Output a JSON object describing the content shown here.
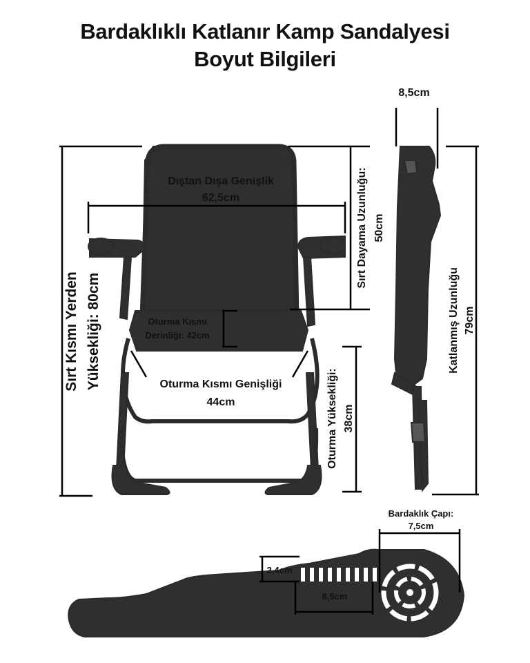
{
  "title": {
    "line1": "Bardaklıklı Katlanır Kamp Sandalyesi",
    "line2": "Boyut Bilgileri"
  },
  "labels": {
    "outer_width_name": "Dıştan Dışa Genişlik",
    "outer_width_value": "62,5cm",
    "seat_depth_name": "Oturma Kısmı",
    "seat_depth_value": "Derinliği: 42cm",
    "seat_width_name": "Oturma Kısmı Genişliği",
    "seat_width_value": "44cm",
    "back_height_name": "Sırt Kısmı Yerden",
    "back_height_value": "Yüksekliği: 80cm",
    "backrest_length_name": "Sırt Dayama Uzunluğu:",
    "backrest_length_value": "50cm",
    "seat_height_name": "Oturma Yüksekliği:",
    "seat_height_value": "38cm",
    "folded_thickness": "8,5cm",
    "folded_length_name": "Katlanmış Uzunluğu",
    "folded_length_value": "79cm",
    "cupholder_diameter_name": "Bardaklık Çapı:",
    "cupholder_diameter_value": "7,5cm",
    "armrest_thickness": "2,4cm",
    "armrest_slot_length": "8,5cm"
  },
  "colors": {
    "chair": "#2b2b2b",
    "chair_fill": "#2f2f2f",
    "dimension_line": "#000000",
    "background": "#ffffff"
  }
}
